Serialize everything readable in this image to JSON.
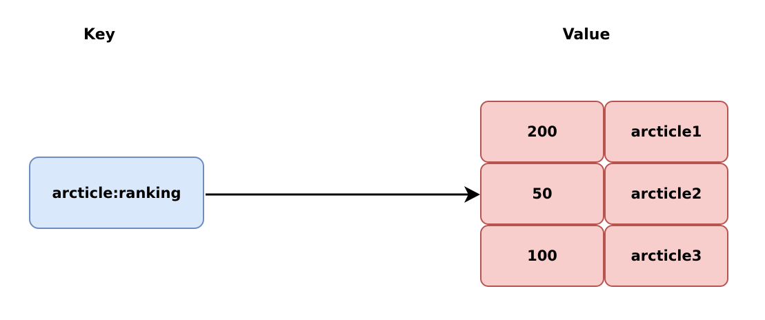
{
  "headings": {
    "key": "Key",
    "value": "Value"
  },
  "key_node": {
    "label": "arcticle:ranking"
  },
  "zset_entries": [
    {
      "score": "200",
      "member": "arcticle1"
    },
    {
      "score": "50",
      "member": "arcticle2"
    },
    {
      "score": "100",
      "member": "arcticle3"
    }
  ],
  "colors": {
    "key_fill": "#dae8fc",
    "key_stroke": "#6c8ebf",
    "value_fill": "#f8cecc",
    "value_stroke": "#b85450",
    "arrow": "#000000"
  }
}
